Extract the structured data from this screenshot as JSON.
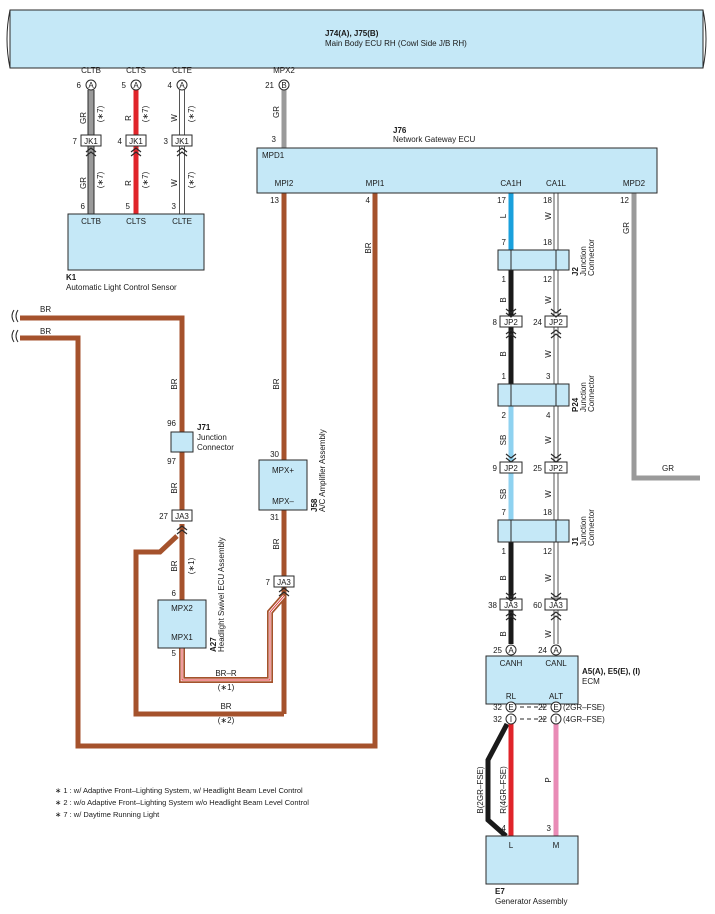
{
  "main_body_ecu": {
    "id": "J74(A), J75(B)",
    "name": "Main Body ECU RH (Cowl Side J/B RH)",
    "pins": [
      "CLTB",
      "CLTS",
      "CLTE",
      "MPX2"
    ]
  },
  "gateway_ecu": {
    "id": "J76",
    "name": "Network Gateway ECU",
    "pins": [
      "MPD1",
      "MPI2",
      "MPI1",
      "CA1H",
      "CA1L",
      "MPD2"
    ]
  },
  "light_sensor": {
    "id": "K1",
    "name": "Automatic Light Control Sensor",
    "pins": [
      "CLTB",
      "CLTS",
      "CLTE"
    ]
  },
  "junction_j71": {
    "id": "J71",
    "name1": "Junction",
    "name2": "Connector"
  },
  "ac_amp": {
    "id": "J58",
    "name": "A/C Amplifier Assembly",
    "pins": [
      "MPX+",
      "MPX–"
    ]
  },
  "swivel_ecu": {
    "id": "A27",
    "name": "Headlight Swivel ECU Assembly",
    "pins": [
      "MPX2",
      "MPX1"
    ]
  },
  "junction_j2": {
    "id": "J2",
    "name1": "Junction",
    "name2": "Connector"
  },
  "junction_p24": {
    "id": "P24",
    "name1": "Junction",
    "name2": "Connector"
  },
  "junction_j1": {
    "id": "J1",
    "name1": "Junction",
    "name2": "Connector"
  },
  "ecm": {
    "id": "A5(A), E5(E), (I)",
    "name": "ECM",
    "pins": [
      "CANH",
      "CANL",
      "RL",
      "ALT"
    ]
  },
  "generator": {
    "id": "E7",
    "name": "Generator Assembly",
    "pins": [
      "L",
      "M"
    ]
  },
  "connectors": {
    "jk1": "JK1",
    "jp2": "JP2",
    "ja3": "JA3",
    "A": "A",
    "B": "B",
    "E": "E",
    "I": "I"
  },
  "pin_numbers": [
    "6",
    "5",
    "4",
    "21",
    "7",
    "4",
    "3",
    "6",
    "5",
    "3",
    "3",
    "13",
    "4",
    "17",
    "18",
    "12",
    "7",
    "18",
    "1",
    "12",
    "8",
    "24",
    "1",
    "3",
    "2",
    "4",
    "9",
    "25",
    "7",
    "18",
    "1",
    "12",
    "38",
    "60",
    "25",
    "24",
    "32",
    "22",
    "32",
    "22",
    "4",
    "3",
    "96",
    "97",
    "27",
    "30",
    "31",
    "7",
    "6",
    "5"
  ],
  "wire_colors": {
    "GR": "GR",
    "R": "R",
    "W": "W",
    "BR": "BR",
    "L": "L",
    "B": "B",
    "SB": "SB",
    "P": "P",
    "BR_R": "BR–R",
    "B2GR": "B(2GR–FSE)",
    "R4GR": "R(4GR–FSE)"
  },
  "option_marks": {
    "m7": "(∗7)",
    "m1": "(∗1)",
    "m2": "(∗2)",
    "gr2": "(2GR–FSE)",
    "gr4": "(4GR–FSE)"
  },
  "notes": [
    "∗ 1 : w/ Adaptive Front–Lighting System,  w/ Headlight Beam Level Control",
    "∗ 2 : w/o Adaptive Front–Lighting System w/o Headlight Beam Level Control",
    "∗ 7 : w/ Daytime Running Light"
  ],
  "colors": {
    "box_fill": "#c5e8f7",
    "gr": "#9a9a9a",
    "r": "#e0242a",
    "w": "#ffffff",
    "br": "#a5522c",
    "l": "#1aa0dc",
    "b": "#1a1a1a",
    "sb": "#8fd2f0",
    "p": "#e98bb6"
  }
}
